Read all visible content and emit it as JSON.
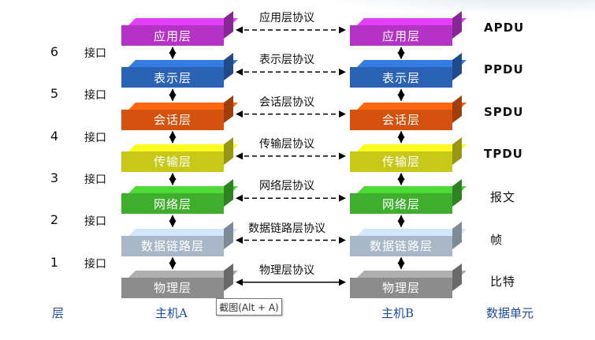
{
  "layers": [
    {
      "name": "应用层",
      "protocol": "应用层协议",
      "pdu": "APDU",
      "color": "#b433c6"
    },
    {
      "name": "表示层",
      "protocol": "表示层协议",
      "pdu": "PPDU",
      "color": "#2a63b5"
    },
    {
      "name": "会话层",
      "protocol": "会话层协议",
      "pdu": "SPDU",
      "color": "#d4520d"
    },
    {
      "name": "传输层",
      "protocol": "传输层协议",
      "pdu": "TPDU",
      "color": "#c8c818"
    },
    {
      "name": "网络层",
      "protocol": "网络层协议",
      "pdu": "报文",
      "color": "#3fae2c"
    },
    {
      "name": "数据链路层",
      "protocol": "数据链路层协议",
      "pdu": "帧",
      "color": "#a8b8c8"
    },
    {
      "name": "物理层",
      "protocol": "物理层协议",
      "pdu": "比特",
      "color": "#8c8c8c"
    }
  ],
  "interfaces": [
    {
      "num": "6",
      "label": "接口"
    },
    {
      "num": "5",
      "label": "接口"
    },
    {
      "num": "4",
      "label": "接口"
    },
    {
      "num": "3",
      "label": "接口"
    },
    {
      "num": "2",
      "label": "接口"
    },
    {
      "num": "1",
      "label": "接口"
    }
  ],
  "bottom": {
    "layer_col": "层",
    "host_a": "主机A",
    "host_b": "主机B",
    "pdu_col": "数据单元"
  },
  "tooltip": "截图(Alt + A)"
}
